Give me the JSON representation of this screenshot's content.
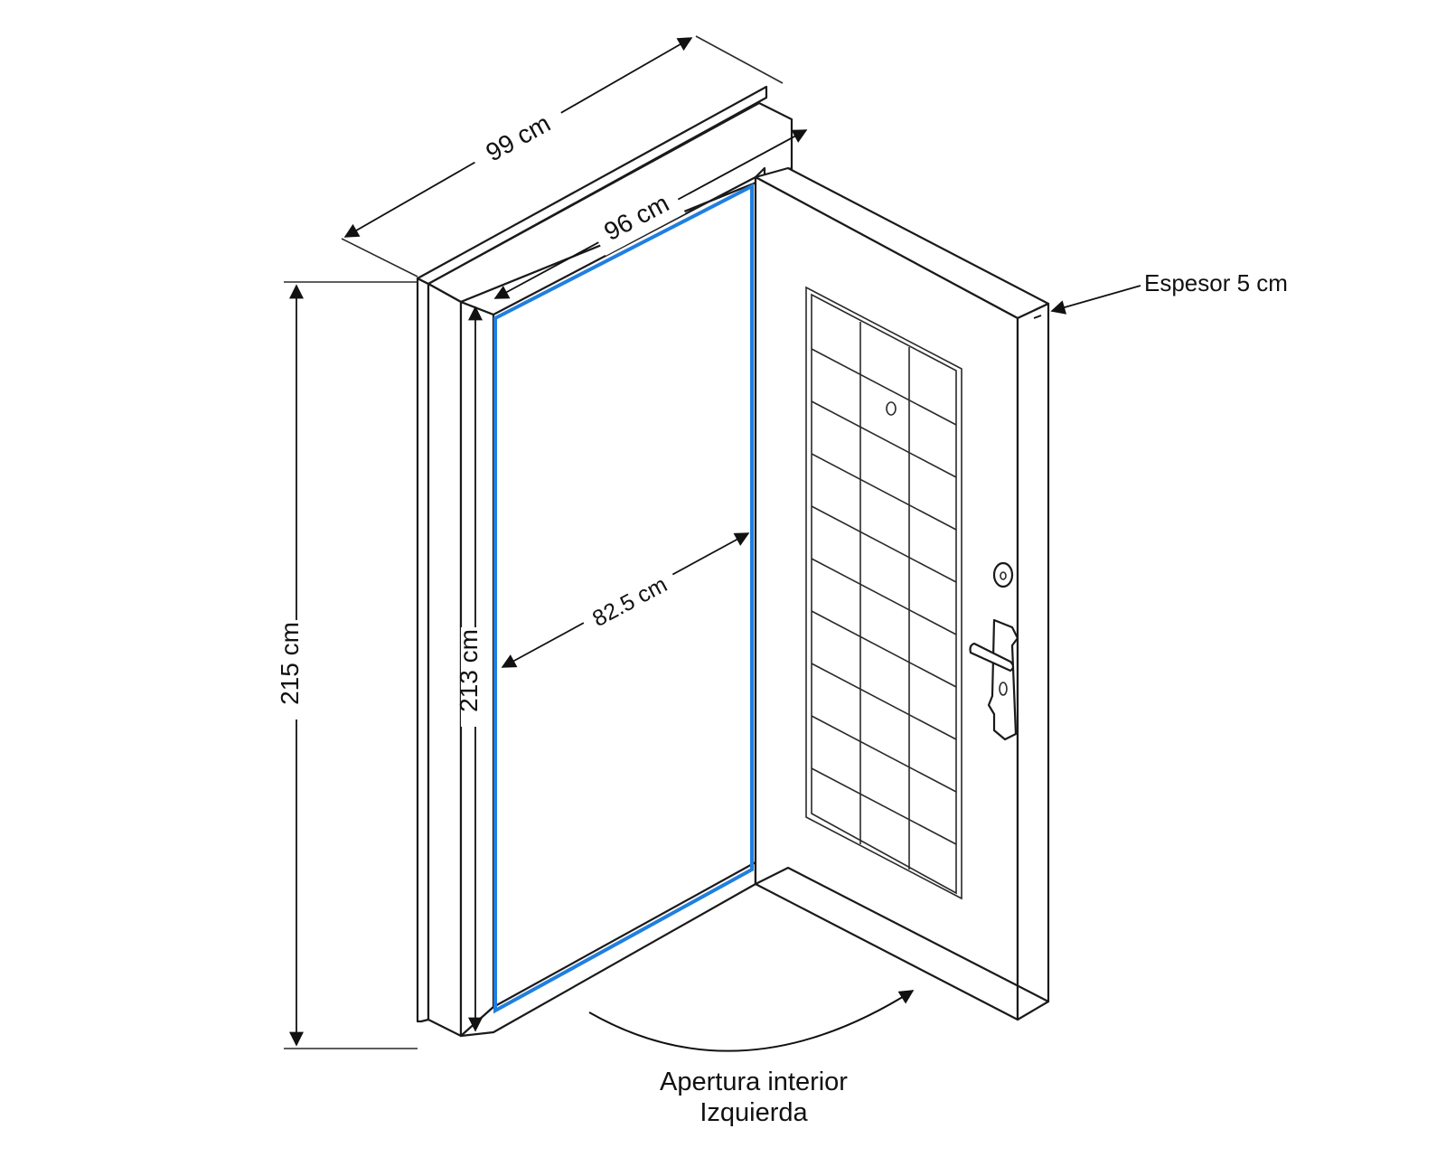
{
  "dimensions": {
    "outer_width": "99 cm",
    "inner_width": "96 cm",
    "leaf_width": "82.5 cm",
    "outer_height": "215 cm",
    "inner_height": "213 cm",
    "thickness": "Espesor 5 cm"
  },
  "caption": {
    "line1": "Apertura interior",
    "line2": "Izquierda"
  },
  "colors": {
    "line": "#1a1a1a",
    "opening_highlight": "#1f7fe0"
  }
}
